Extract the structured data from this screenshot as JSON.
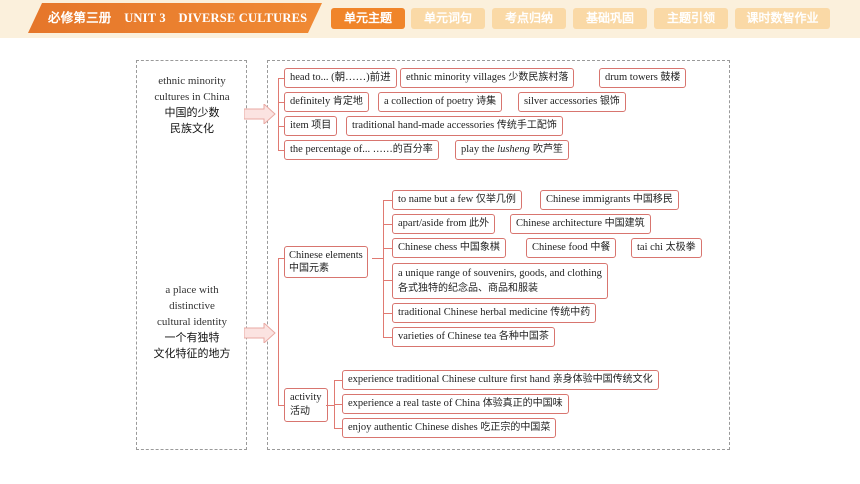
{
  "header": {
    "title": "必修第三册　UNIT 3　DIVERSE CULTURES",
    "tabs": [
      {
        "label": "单元主题",
        "active": true
      },
      {
        "label": "单元词句",
        "active": false
      },
      {
        "label": "考点归纳",
        "active": false
      },
      {
        "label": "基础巩固",
        "active": false
      },
      {
        "label": "主题引领",
        "active": false
      },
      {
        "label": "课时数智作业",
        "active": false
      }
    ]
  },
  "categories": [
    {
      "en": [
        "ethnic minority",
        "cultures in China"
      ],
      "zh": [
        "中国的少数",
        "民族文化"
      ]
    },
    {
      "en": [
        "a place with",
        "distinctive",
        "cultural identity"
      ],
      "zh": [
        "一个有独特",
        "文化特征的地方"
      ]
    }
  ],
  "section1": {
    "rows": [
      [
        {
          "en": "head to... (朝……)前进",
          "zh": ""
        },
        {
          "en": "ethnic minority villages ",
          "zh": "少数民族村落"
        },
        {
          "en": "drum towers ",
          "zh": "鼓楼"
        }
      ],
      [
        {
          "en": "definitely ",
          "zh": "肯定地"
        },
        {
          "en": "a collection of poetry ",
          "zh": "诗集"
        },
        {
          "en": "silver accessories ",
          "zh": "银饰"
        }
      ],
      [
        {
          "en": "item ",
          "zh": "项目"
        },
        {
          "en": "traditional hand-made accessories ",
          "zh": "传统手工配饰"
        }
      ],
      [
        {
          "en": "the percentage of... ",
          "zh": "……的百分率"
        },
        {
          "en": "play the ",
          "em": "lusheng",
          "zh": " 吹芦笙"
        }
      ]
    ]
  },
  "section2": {
    "group1": {
      "label_en": "Chinese elements",
      "label_zh": "中国元素",
      "rows": [
        [
          {
            "en": "to name but a few ",
            "zh": "仅举几例"
          },
          {
            "en": "Chinese immigrants ",
            "zh": "中国移民"
          }
        ],
        [
          {
            "en": "apart/aside from ",
            "zh": "此外"
          },
          {
            "en": "Chinese architecture ",
            "zh": "中国建筑"
          }
        ],
        [
          {
            "en": "Chinese chess ",
            "zh": "中国象棋"
          },
          {
            "en": "Chinese food ",
            "zh": "中餐"
          },
          {
            "en": "tai chi ",
            "zh": "太极拳"
          }
        ],
        [
          {
            "en": "a unique range of souvenirs, goods, and clothing",
            "zh": "各式独特的纪念品、商品和服装"
          }
        ],
        [
          {
            "en": "traditional Chinese herbal medicine ",
            "zh": "传统中药"
          }
        ],
        [
          {
            "en": "varieties of Chinese tea ",
            "zh": "各种中国茶"
          }
        ]
      ]
    },
    "group2": {
      "label_en": "activity",
      "label_zh": "活动",
      "rows": [
        {
          "en": "experience traditional Chinese culture first hand ",
          "zh": "亲身体验中国传统文化"
        },
        {
          "en": "experience a real taste of China ",
          "zh": "体验真正的中国味"
        },
        {
          "en": "enjoy authentic Chinese dishes ",
          "zh": "吃正宗的中国菜"
        }
      ]
    }
  }
}
